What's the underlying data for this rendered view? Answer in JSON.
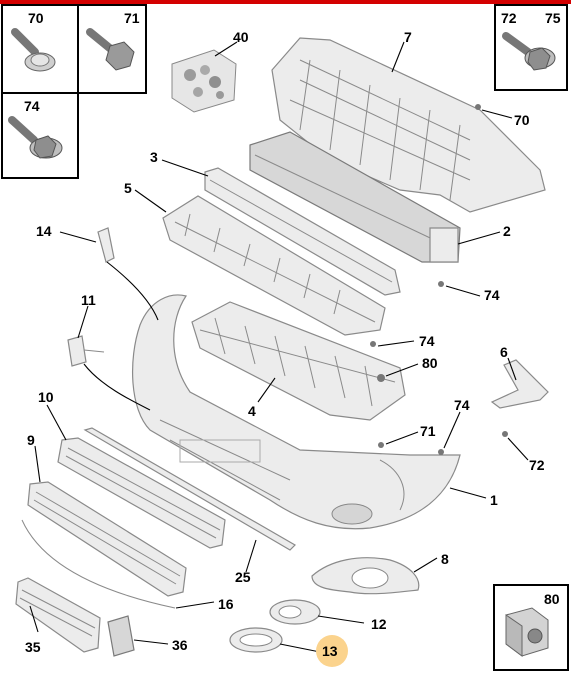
{
  "part_labels": {
    "p1": "1",
    "p2": "2",
    "p3": "3",
    "p4": "4",
    "p5": "5",
    "p6": "6",
    "p7": "7",
    "p8": "8",
    "p9": "9",
    "p10": "10",
    "p11": "11",
    "p12": "12",
    "p13": "13",
    "p14": "14",
    "p16": "16",
    "p25": "25",
    "p35": "35",
    "p36": "36",
    "p40": "40",
    "p70_box": "70",
    "p70": "70",
    "p71_box": "71",
    "p71": "71",
    "p72_box": "72",
    "p72": "72",
    "p74_box": "74",
    "p74_a": "74",
    "p74_b": "74",
    "p74_c": "74",
    "p75_box": "75",
    "p80": "80",
    "p80_box": "80"
  },
  "highlight": {
    "part": "13",
    "color": "#fbd38d"
  },
  "accent_color": "#d40000"
}
